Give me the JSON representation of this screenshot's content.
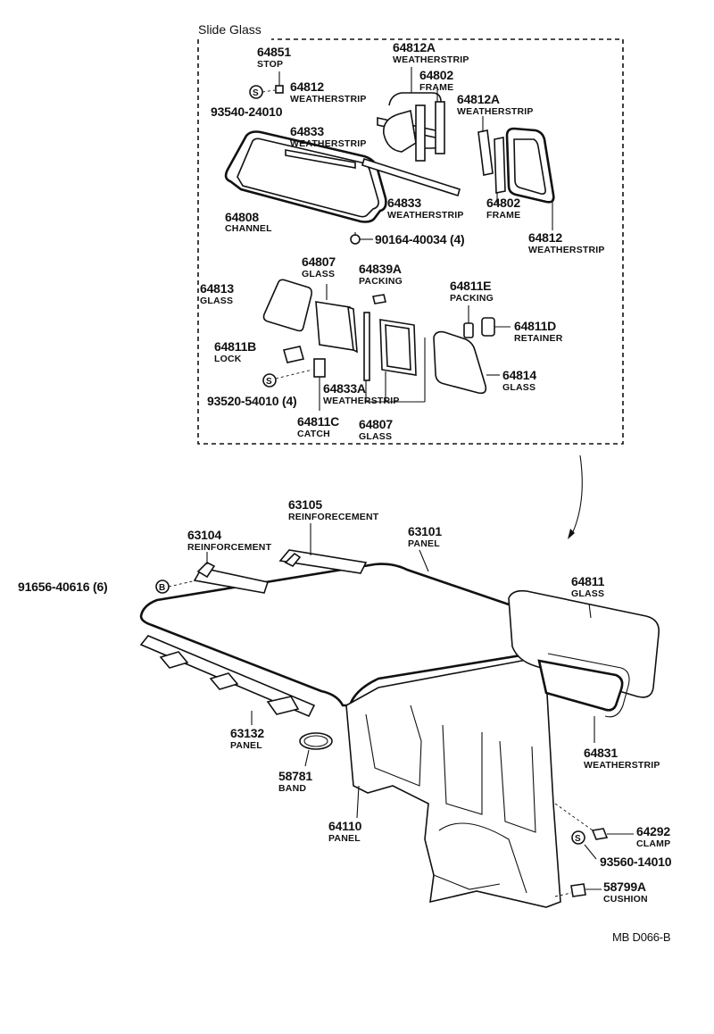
{
  "section_title": "Slide Glass",
  "drawing_code": "MB D066-B",
  "parts": [
    {
      "id": "p64851",
      "number": "64851",
      "name": "STOP"
    },
    {
      "id": "p64812a",
      "number": "64812",
      "name": "WEATHERSTRIP"
    },
    {
      "id": "p93540",
      "number": "93540-24010",
      "name": ""
    },
    {
      "id": "p64812A1",
      "number": "64812A",
      "name": "WEATHERSTRIP"
    },
    {
      "id": "p64802a",
      "number": "64802",
      "name": "FRAME"
    },
    {
      "id": "p64812A2",
      "number": "64812A",
      "name": "WEATHERSTRIP"
    },
    {
      "id": "p64833a",
      "number": "64833",
      "name": "WEATHERSTRIP"
    },
    {
      "id": "p64833b",
      "number": "64833",
      "name": "WEATHERSTRIP"
    },
    {
      "id": "p64802b",
      "number": "64802",
      "name": "FRAME"
    },
    {
      "id": "p64808",
      "number": "64808",
      "name": "CHANNEL"
    },
    {
      "id": "p90164",
      "number": "90164-40034 (4)",
      "name": ""
    },
    {
      "id": "p64812b",
      "number": "64812",
      "name": "WEATHERSTRIP"
    },
    {
      "id": "p64807a",
      "number": "64807",
      "name": "GLASS"
    },
    {
      "id": "p64839A",
      "number": "64839A",
      "name": "PACKING"
    },
    {
      "id": "p64813",
      "number": "64813",
      "name": "GLASS"
    },
    {
      "id": "p64811E",
      "number": "64811E",
      "name": "PACKING"
    },
    {
      "id": "p64811D",
      "number": "64811D",
      "name": "RETAINER"
    },
    {
      "id": "p64811B",
      "number": "64811B",
      "name": "LOCK"
    },
    {
      "id": "p64814",
      "number": "64814",
      "name": "GLASS"
    },
    {
      "id": "p64833A",
      "number": "64833A",
      "name": "WEATHERSTRIP"
    },
    {
      "id": "p93520",
      "number": "93520-54010 (4)",
      "name": ""
    },
    {
      "id": "p64811C",
      "number": "64811C",
      "name": "CATCH"
    },
    {
      "id": "p64807b",
      "number": "64807",
      "name": "GLASS"
    },
    {
      "id": "p63105",
      "number": "63105",
      "name": "REINFORECEMENT"
    },
    {
      "id": "p63104",
      "number": "63104",
      "name": "REINFORCEMENT"
    },
    {
      "id": "p63101",
      "number": "63101",
      "name": "PANEL"
    },
    {
      "id": "p91656",
      "number": "91656-40616 (6)",
      "name": ""
    },
    {
      "id": "p64811",
      "number": "64811",
      "name": "GLASS"
    },
    {
      "id": "p63132",
      "number": "63132",
      "name": "PANEL"
    },
    {
      "id": "p58781",
      "number": "58781",
      "name": "BAND"
    },
    {
      "id": "p64831",
      "number": "64831",
      "name": "WEATHERSTRIP"
    },
    {
      "id": "p64110",
      "number": "64110",
      "name": "PANEL"
    },
    {
      "id": "p64292",
      "number": "64292",
      "name": "CLAMP"
    },
    {
      "id": "p93560",
      "number": "93560-14010",
      "name": ""
    },
    {
      "id": "p58799A",
      "number": "58799A",
      "name": "CUSHION"
    }
  ],
  "symbols": {
    "s_mark": "S",
    "b_mark": "B"
  }
}
